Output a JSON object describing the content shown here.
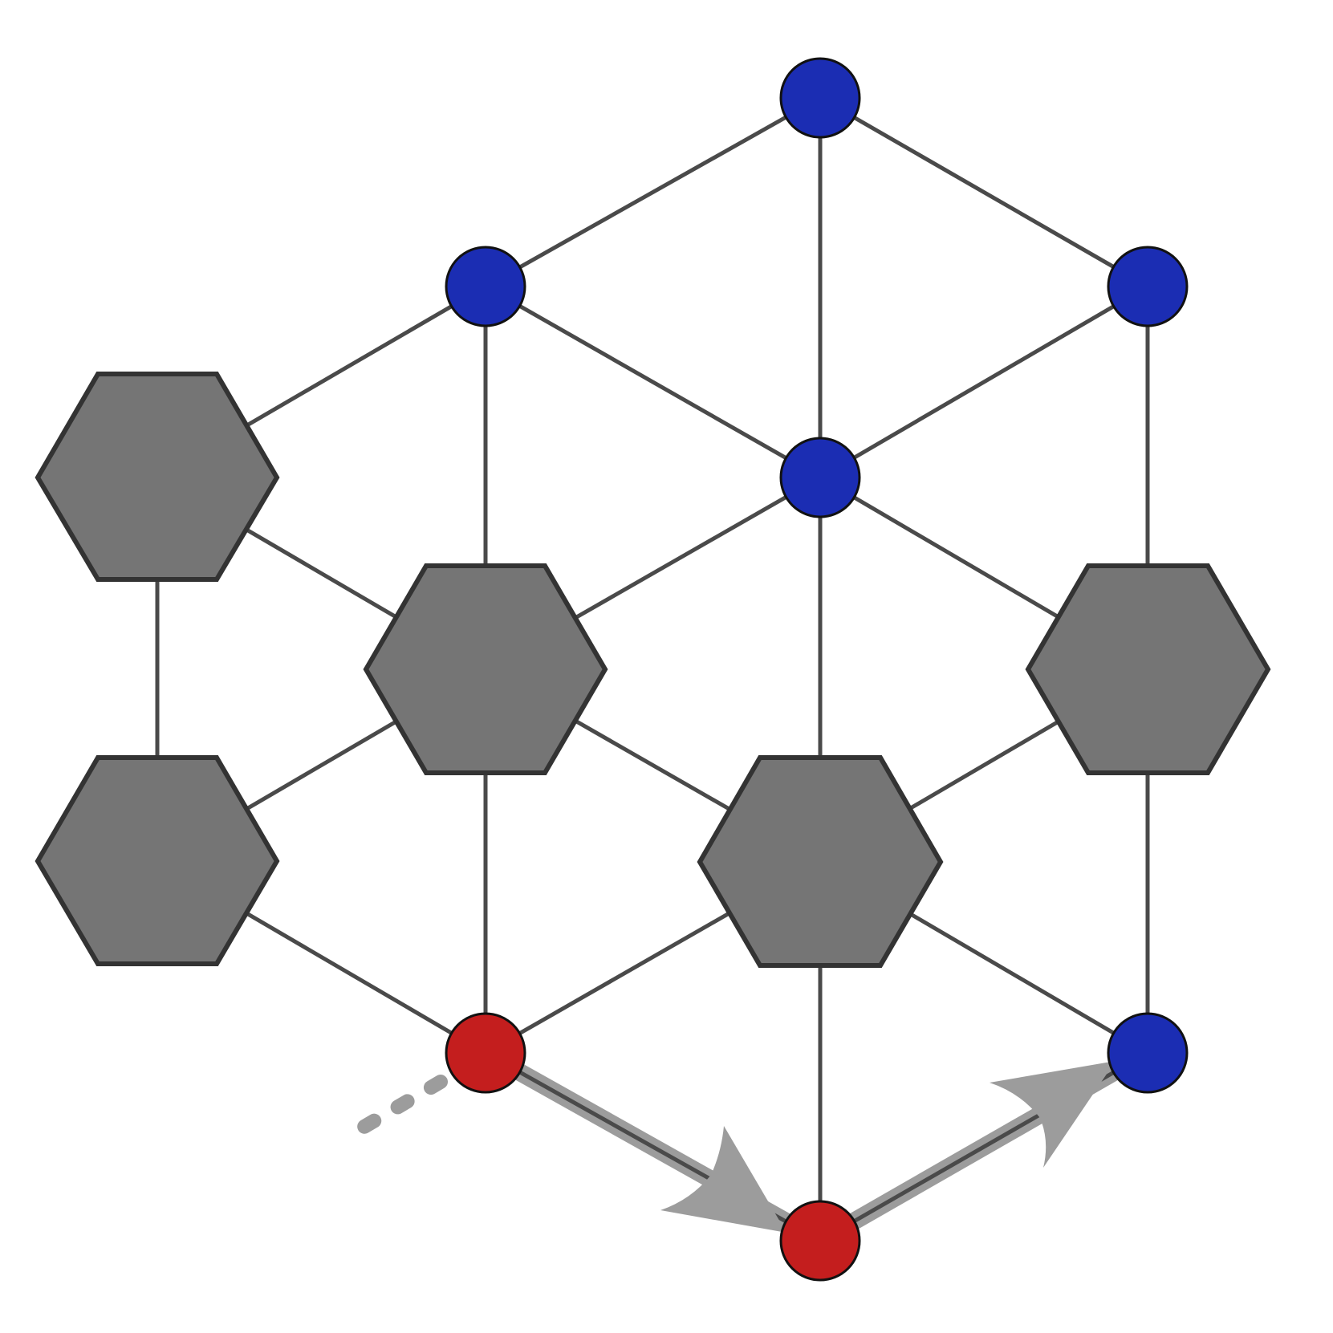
{
  "diagram": {
    "colors": {
      "background": "#ffffff",
      "edge": "#4a4a4a",
      "hexagon_fill": "#757575",
      "hexagon_stroke": "#333333",
      "node_blue": "#1b2db3",
      "node_red": "#c41e1e",
      "path_highlight": "#9c9c9c"
    },
    "hexagons": [
      {
        "id": "hex-top-left"
      },
      {
        "id": "hex-bottom-left"
      },
      {
        "id": "hex-center-left"
      },
      {
        "id": "hex-center-bottom"
      },
      {
        "id": "hex-right"
      }
    ],
    "nodes": [
      {
        "id": "node-top",
        "color": "blue"
      },
      {
        "id": "node-upper-left",
        "color": "blue"
      },
      {
        "id": "node-upper-right",
        "color": "blue"
      },
      {
        "id": "node-center",
        "color": "blue"
      },
      {
        "id": "node-lower-right",
        "color": "blue"
      },
      {
        "id": "node-path-start",
        "color": "red"
      },
      {
        "id": "node-path-middle",
        "color": "red"
      }
    ],
    "walk": {
      "visited": [
        "node-path-start",
        "node-path-middle"
      ],
      "next": "node-lower-right",
      "arrow_icons": [
        "arrow-right-down-icon",
        "arrow-right-up-icon"
      ],
      "trail_icon": "dashed-trail"
    }
  }
}
